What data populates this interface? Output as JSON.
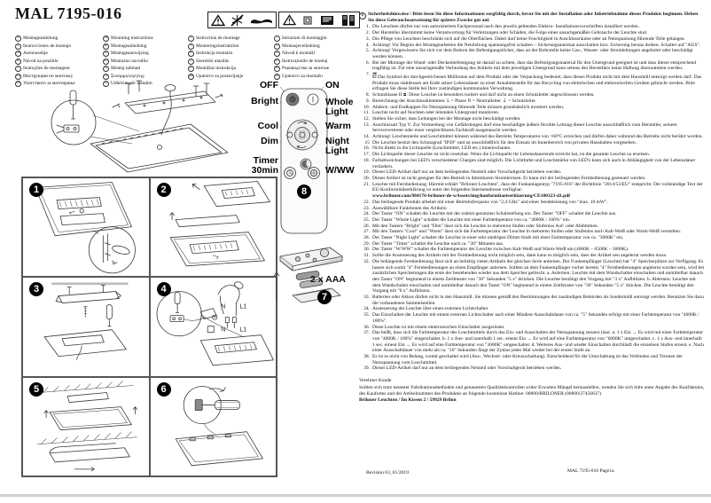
{
  "page": {
    "title": "MAL 7195-016",
    "footer_left": "Revision 03_01/2019",
    "footer_right": "MAL 7195-016 Page1a"
  },
  "colors": {
    "page_bg": "#ffffff",
    "ink": "#111111",
    "step_dot": "#000000",
    "bottom_strip": "#cfcfcf"
  },
  "languages": {
    "columns": [
      {
        "items": [
          {
            "code": "D",
            "label": "Montageanleitung"
          },
          {
            "code": "E",
            "label": "Instrucciones de montaje"
          },
          {
            "code": "FIN",
            "label": "Asennusohje"
          },
          {
            "code": "SK",
            "label": "Návod na použitie"
          },
          {
            "code": "P",
            "label": "Instruções de montagem"
          },
          {
            "code": "RUS",
            "label": "Инструкция по монтажу"
          },
          {
            "code": "MK",
            "label": "Упатството за монтирање"
          }
        ]
      },
      {
        "items": [
          {
            "code": "GB",
            "label": "Mounting instructions"
          },
          {
            "code": "DK",
            "label": "Montageanledning"
          },
          {
            "code": "NL",
            "label": "Montageaanwijzing"
          },
          {
            "code": "SLO",
            "label": "Montazno navodilo"
          },
          {
            "code": "TR",
            "label": "Montaj talimati"
          },
          {
            "code": "GR",
            "label": "Συναρμολογητης;"
          },
          {
            "code": "AL",
            "label": "Udhëzim për instalim"
          }
        ]
      },
      {
        "items": [
          {
            "code": "F",
            "label": "Instruction de montage"
          },
          {
            "code": "S",
            "label": "Monteringsinstruktion"
          },
          {
            "code": "PL",
            "label": "Instrukcja montażu"
          },
          {
            "code": "H",
            "label": "Szerelési utasítás"
          },
          {
            "code": "LV",
            "label": "Montāžas instrukcija"
          },
          {
            "code": "SRB",
            "label": "Uputstvo za postavljanje"
          }
        ]
      },
      {
        "items": [
          {
            "code": "I",
            "label": "Istruzioni di montaggio"
          },
          {
            "code": "N",
            "label": "Montasjeveiledning"
          },
          {
            "code": "CZ",
            "label": "Návod k montáži"
          },
          {
            "code": "RO",
            "label": "Instrucţiunile de montaj"
          },
          {
            "code": "BG",
            "label": "Ръководство за монтаж"
          },
          {
            "code": "HR",
            "label": "Uputstvo za montažu"
          }
        ]
      }
    ]
  },
  "figures": {
    "steps": [
      "1",
      "2",
      "3",
      "4",
      "5",
      "6"
    ],
    "remote": {
      "left_labels": [
        "OFF",
        "Bright",
        "Cool",
        "Dim",
        "Timer\n30min"
      ],
      "right_labels": [
        "ON",
        "Whole\nLight",
        "Warm",
        "Night\nLight",
        "W/WW"
      ],
      "step": "8"
    },
    "battery": {
      "label": "2 x AAA",
      "step": "7"
    },
    "wiring": {
      "n": "N",
      "l1": "L1"
    }
  },
  "instructions": {
    "lang_code": "D",
    "header": "Sicherheitshinweise / Bitte lesen Sie diese Informationen sorgfältig durch, bevor Sie mit der Installation oder Inbetriebnahme dieses Produkts beginnen. Heben Sie diese Gebrauchsanweisung für spätere Zwecke gut auf.",
    "items": [
      {
        "n": "1.",
        "t": "Die Leuchten dürfen nur von autorisiertem Fachpersonal nach den jeweils geltenden Elektro- Installationsvorschriften installiert werden."
      },
      {
        "n": "2.",
        "t": "Der Hersteller übernimmt keine Verantwortung für Verletzungen oder Schäden, die Folge eines unsachgemäßen Gebrauchs der Leuchte sind."
      },
      {
        "n": "3.",
        "t": "Die Pflege von Leuchten beschränkt sich auf die Oberflächen. Dabei darf keine Feuchtigkeit in Anschlussräume oder an Netzspannung führende Teile gelangen."
      },
      {
        "n": "4.",
        "t": "Achtung! Vor Beginn der Montagearbeiten die Netzleitung spannungsfrei schalten – Sicherungsautomat ausschalten bzw. Sicherung heraus drehen. Schalter auf \"AUS\"."
      },
      {
        "n": "5.",
        "t": "Achtung! Vergewissern Sie sich vor dem Bohren der Befestigungslöcher, dass an der Bohrstelle keine Gas-, Wasser- oder Stromleitungen angebohrt oder beschädigt werden können."
      },
      {
        "n": "6.",
        "t": "Bei der Montage der Wand- oder Deckenbefestigung ist darauf zu achten, dass das Befestigungsmaterial für den Untergrund geeignet ist und dass dieser entsprechend tragfähig ist. Für eine unsachgemäße Verbindung des Artikels mit dem jeweiligen Untergrund kann seitens des Herstellers keine Haftung übernommen werden."
      },
      {
        "n": "7.",
        "t": "Das Symbol der durchgestrichenen Mülltonne auf dem Produkt oder der Verpackung bedeutet, dass dieses Produkt nicht mit dem Hausmüll entsorgt werden darf. Das Produkt muss stattdessen am Ende seiner Lebensdauer zu einer Annahmestelle für das Recycling von elektrischen und elektronischen Geräten gebracht werden. Bitte erfragen Sie diese Stelle bei Ihrer zuständigen kommunalen Verwaltung."
      },
      {
        "n": "8.",
        "t": "Schutzklasse II ⧈. Diese Leuchte ist besonders isoliert und darf nicht an einen Schutzleiter angeschlossen werden."
      },
      {
        "n": "9.",
        "t": "Bezeichnung der Anschlussklemmen: L = Phase  N = Neutralleiter  ⏚ = Schutzleiter."
      },
      {
        "n": "10.",
        "t": "Abdeck- und Endkappen für Netzspannung führende Teile müssen grundsätzlich montiert werden."
      },
      {
        "n": "11.",
        "t": "Leuchte nicht auf feuchten oder leitenden Untergrund montieren."
      },
      {
        "n": "12.",
        "t": "Stellen Sie sicher, dass Leitungen bei der Montage nicht beschädigt werden."
      },
      {
        "n": "13.",
        "t": "Anschlussart Typ Y: Zur Vermeidung von Gefährdungen darf eine beschädigte äußere flexible Leitung dieser Leuchte ausschließlich vom Hersteller, seinem Servicevertreter oder einer vergleichbaren Fachkraft ausgetauscht werden."
      },
      {
        "n": "14.",
        "t": "Achtung! Leuchtenteile und Leuchtmittel können während des Betriebs Temperaturen von >60°C erreichen und dürfen daher während des Betriebs nicht berührt werden."
      },
      {
        "n": "15",
        "t": "Die Leuchte besitzt den Schutzgrad \"IP20\" und ist ausschließlich für den Einsatz im Innenbereich von privaten Haushalten vorgesehen."
      },
      {
        "n": "16.",
        "t": "Nicht direkt in die Lichtquelle (Leuchtmittel, LED etc.) hineinschauen."
      },
      {
        "n": "17.",
        "t": "Die Lichtquelle dieser Leuchte ist nicht ersetzbar. Wenn die Lichtquelle ihr Lebensdauerende erreicht hat, ist die gesamte Leuchte zu ersetzen."
      },
      {
        "n": "18.",
        "t": "Farbabweichungen bei LED's verschiedener Chargen sind möglich. Die Lichtfarbe und Leuchtstärke von LED's kann sich auch in Abhängigkeit von der Lebensdauer verändern."
      },
      {
        "n": "19.",
        "t": "Dieser LED-Artikel darf nur an dem beiliegenden Netzteil oder Vorschaltgerät betrieben werden."
      },
      {
        "n": "20.",
        "t": "Dieser Artikel ist nicht geeignet für den Betrieb in dimmbaren Stromkreisen. Er kann mit der beiliegenden Fernbedienung gesteuert werden."
      },
      {
        "n": "21.",
        "t": "Leuchte mit Fernbedienung: Hiermit erklärt \"Briloner Leuchten\", dass der Funkanlagentyp \"7195-016\" der Richtlinie \"2014/53/EU\" entspricht. Der vollständige Text der EU-Konformitätserklärung ist unter der folgenden Internetadresse verfügbar:"
      },
      {
        "n": "22.",
        "t": "Das beiliegende Produkt arbeitet mit einer Betriebsfrequenz von \"2,4 GHz\" und einer Sendeleistung von \"max. 10 mW\"."
      },
      {
        "n": "23.",
        "t": "Auswählbare Funktionen des Artikels:"
      },
      {
        "n": "24.",
        "t": "Der Taster \"ON\" schaltet die Leuchte mit der zuletzt genutzten Schaltstellung ein. Der Taster \"OFF\" schaltet die Leuchte aus."
      },
      {
        "n": "25.",
        "t": "Der Taster \"Whole Light\" schaltet die Leuchte mit einer Farbtemperatur von ca. \"4000K / 100%\" ein."
      },
      {
        "n": "26.",
        "t": "Mit den Tastern \"Bright\" und \"Dim\" lässt sich die Leuchte in mehreren Stufen oder Stufenlos Auf- oder Abdimmen."
      },
      {
        "n": "27.",
        "t": "Mit den Tastern \"Cool\" und \"Warm\" lässt sich die Farbtemperatur der Leuchte in mehreren Stufen oder Stufenlos nach Kalt-Weiß oder Warm-Weiß verstellen."
      },
      {
        "n": "28.",
        "t": "Der Taster \"Night Light\" schaltet die Leuchte in einer sehr niedrigen Dimm-Stufe mit einer Farbtemperatur von ca. \"3000K\" ein."
      },
      {
        "n": "29.",
        "t": "Der Taster \"Timer\" schaltet die Leuchte nach ca. \"30\" Minuten aus."
      },
      {
        "n": "30.",
        "t": "Der Taster \"W/WW\" schaltet die Farbtemperatur der Leuchte zwischen Kalt-Weiß und Warm-Weiß um (4000K – 6500K – 3000K)."
      },
      {
        "n": "31.",
        "t": "Sollte die Ansteuerung des Artikels mit der Fernbedienung nicht möglich sein, dann kann es möglich sein, dass der Artikel neu angelernt werden muss."
      },
      {
        "n": "32.",
        "t": "Die beiliegende Fernbedienung lässt sich an beliebig vielen Artikeln der gleichen Serie anlernen. Der Funkempfänger (Leuchte) hat \"4\" Speicherplätze zur Verfügung. Es lassen sich somit \"4\" Fernbedienungen an einen Empfänger anlernen. Sollten an dem Funkempfänger vorher bereits \"4\" Fernbedienungen angelernt worden sein, wird bei zusätzlichen Speicherungen die erste der bestehenden wieder aus dem Speicher gelöscht. a. Anlernen: Leuchte mit dem Wandschalter einschalten und unmittelbar danach den Taster \"ON\" beginnend in einem Zeitfenster von \"30\" Sekunden \"5 x\" drücken. Die Leuchte bestätigt den Vorgang mit \"3 x\" Aufblitzen. b. Ablernen: Leuchte mit dem Wandschalter einschalten und unmittelbar danach den Taster \"ON\" beginnend in einem Zeitfenster von \"30\" Sekunden \"5 x\" drücken. Die Leuchte bestätigt den Vorgang mit \"6 x\" Aufblitzen."
      },
      {
        "n": "33.",
        "t": "Batterien oder Akkus dürfen nicht in den Hausmüll. Sie müssen gemäß den Bestimmungen der zuständigen Behörden als Sondermüll entsorgt werden. Benutzen Sie dazu die vorhandenen Sammelstellen."
      },
      {
        "n": "34.",
        "t": "Ansteuerung der Leuchte über einen externen Lichtschalter"
      },
      {
        "n": "35.",
        "t": "Das Einschalten der Leuchte mit einem externen Lichtschalter nach einer Mindest-Ausschaltdauer von ca. \"5\" Sekunden erfolgt mit einer Farbtemperatur von \"4000K / 100%\"."
      },
      {
        "n": "36.",
        "t": "Diese Leuchte ist mit einem elektronischen Umschalter ausgerüstet."
      },
      {
        "n": "37.",
        "t": "Das heißt, dass sich die Farbtemperatur des Leuchtmittels durch das Ein- und Ausschalten der Netzspannung steuern lässt. a. 1 x Ein → Es wird mit einer Farbtemperatur von \"4000K / 100%\" eingeschaltet. b. 1 x Aus- und innerhalb 1 sec. erneut Ein → Es wird auf eine Farbtemperatur von \"6000K\" umgeschaltet. c. 1 x Aus- und innerhalb 1 sec. erneut Ein → Es wird auf eine Farbtemperatur von \"3000K\" umgeschaltet. d. Weiteres Aus- und wieder Einschalten durchläuft die einzelnen Stufen erneut. e. Nach einer Ausschaltdauer von mehr als ca. \"10\" Sekunden fängt der Zyklus jedes Mal wieder bei der ersten Stufe an."
      },
      {
        "n": "38.",
        "t": "Es ist es nicht von Belang, womit geschaltet wird (Aus-, Wechsel- oder Kreuzschaltung). Entscheidend für die Umschaltung ist das Verbinden und Trennen der Netzspannung vom Leuchtmittel."
      },
      {
        "n": "39.",
        "t": "Dieser LED-Artikel darf nur an dem beiliegenden Netzteil oder Vorschaltgerät betrieben werden."
      }
    ],
    "item21_url": "www.briloner.com/984176-briloner-de-wAssets/img/konformitaetserklaerung/CE180323-d1.pdf",
    "customer": {
      "salute": "Verehrter Kunde",
      "body": "Sollten sich trotz neuester Fabrikationsmethoden und genauesten Qualitätskontrollen wider Erwarten Mängel herausstellen, wenden Sie sich bitte unter Angabe des Kaufdatums, des Kaufortes und der Artikelnummer des Produktes an folgende kostenlose Hotline: 00800/BRILONER (00800/27456637)",
      "address": "Briloner Leuchten / Im Kissen 2 / 59929 Brilon"
    }
  }
}
